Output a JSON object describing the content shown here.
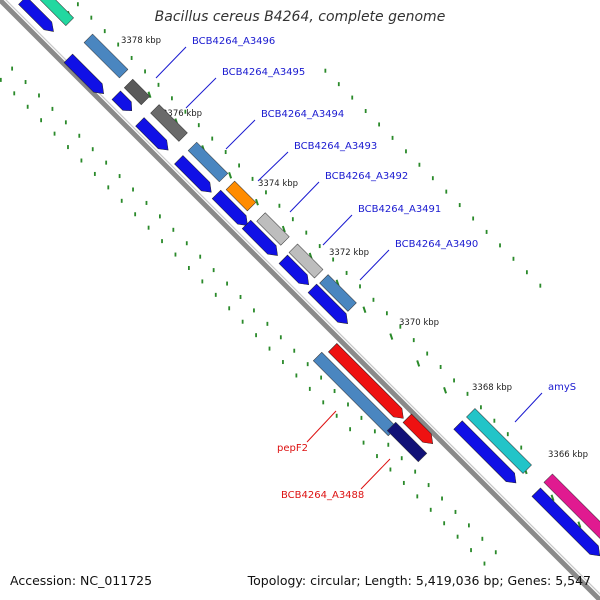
{
  "title": "Bacillus cereus B4264, complete genome",
  "footer": {
    "accession": "Accession: NC_011725",
    "summary": "Topology: circular; Length: 5,419,036 bp; Genes: 5,547"
  },
  "colors": {
    "backbone": "#8a8a8a",
    "tick": "#2a8a2a",
    "cds": "#1010e6",
    "label_forward": "#1a1ad0",
    "label_reverse": "#dd1111"
  },
  "ticks": [
    "3378 kbp",
    "3376 kbp",
    "3374 kbp",
    "3372 kbp",
    "3370 kbp",
    "3368 kbp",
    "3366 kbp"
  ],
  "genes": [
    {
      "label": "BCB4264_A3496",
      "strand": "forward"
    },
    {
      "label": "BCB4264_A3495",
      "strand": "forward"
    },
    {
      "label": "BCB4264_A3494",
      "strand": "forward"
    },
    {
      "label": "BCB4264_A3493",
      "strand": "forward"
    },
    {
      "label": "BCB4264_A3492",
      "strand": "forward"
    },
    {
      "label": "BCB4264_A3491",
      "strand": "forward"
    },
    {
      "label": "BCB4264_A3490",
      "strand": "forward"
    },
    {
      "label": "amyS",
      "strand": "forward"
    },
    {
      "label": "pepF2",
      "strand": "reverse"
    },
    {
      "label": "BCB4264_A3488",
      "strand": "reverse"
    }
  ]
}
